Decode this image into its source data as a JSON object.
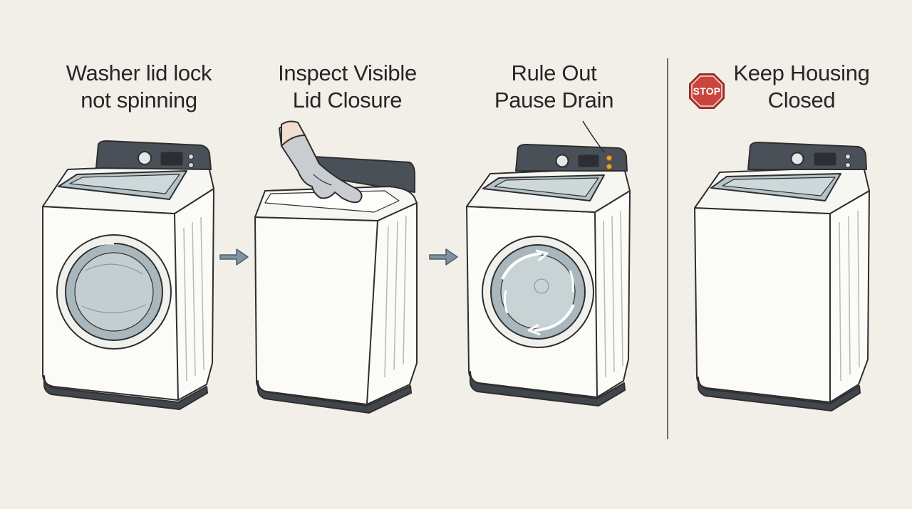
{
  "steps": [
    {
      "title_line1": "Washer lid lock",
      "title_line2": "not spinning",
      "washer": "front-door-washer-icon"
    },
    {
      "title_line1": "Inspect Visible",
      "title_line2": "Lid Closure",
      "washer": "closed-lid-washer-with-gloved-hand-icon"
    },
    {
      "title_line1": "Rule Out",
      "title_line2": "Pause Drain",
      "washer": "spinning-drum-washer-icon"
    },
    {
      "title_line1": "Keep Housing",
      "title_line2": "Closed",
      "washer": "closed-washer-icon"
    }
  ],
  "stop_sign": {
    "label": "STOP",
    "color": "#c9453d"
  },
  "colors": {
    "background": "#f1efe8",
    "outline": "#2e2e2e",
    "panel": "#4a5058",
    "glass": "#a9b7bd",
    "arrow": "#7d93a4"
  }
}
